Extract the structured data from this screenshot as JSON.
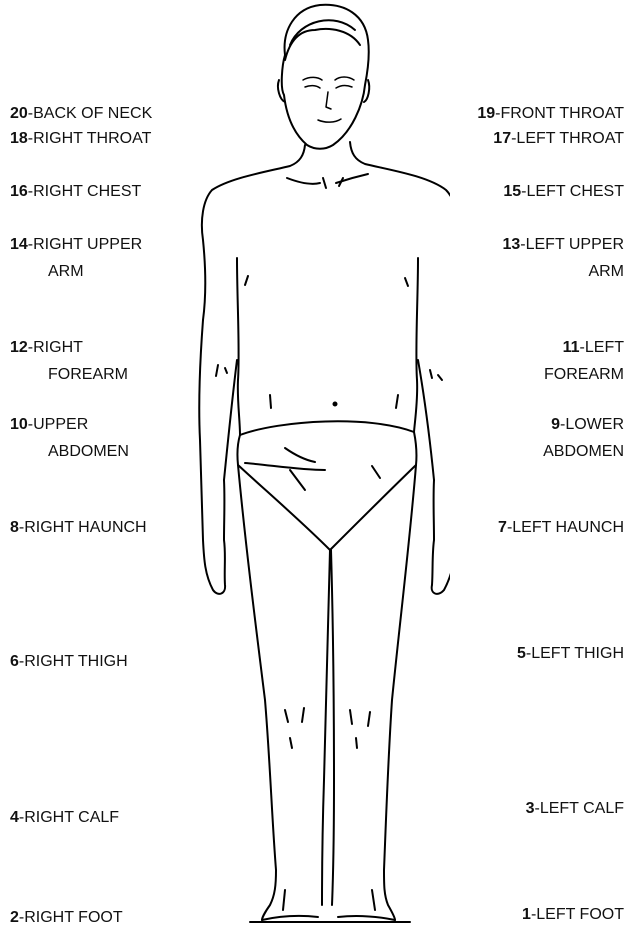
{
  "labels": {
    "l20": {
      "num": "20",
      "text": "-BACK OF NECK"
    },
    "l18": {
      "num": "18",
      "text": "-RIGHT THROAT"
    },
    "l16": {
      "num": "16",
      "text": "-RIGHT CHEST"
    },
    "l14": {
      "num": "14",
      "text": "-RIGHT UPPER",
      "text2": "ARM"
    },
    "l12": {
      "num": "12",
      "text": "-RIGHT",
      "text2": "FOREARM"
    },
    "l10": {
      "num": "10",
      "text": "-UPPER",
      "text2": "ABDOMEN"
    },
    "l8": {
      "num": "8",
      "text": "-RIGHT HAUNCH"
    },
    "l6": {
      "num": "6",
      "text": "-RIGHT THIGH"
    },
    "l4": {
      "num": "4",
      "text": "-RIGHT CALF"
    },
    "l2": {
      "num": "2",
      "text": "-RIGHT FOOT"
    },
    "l19": {
      "num": "19",
      "text": "-FRONT THROAT"
    },
    "l17": {
      "num": "17",
      "text": "-LEFT THROAT"
    },
    "l15": {
      "num": "15",
      "text": "-LEFT CHEST"
    },
    "l13": {
      "num": "13",
      "text": "-LEFT UPPER",
      "text2": "ARM"
    },
    "l11": {
      "num": "11",
      "text": "-LEFT",
      "text2": "FOREARM"
    },
    "l9": {
      "num": "9",
      "text": "-LOWER",
      "text2": "ABDOMEN"
    },
    "l7": {
      "num": "7",
      "text": "-LEFT HAUNCH"
    },
    "l5": {
      "num": "5",
      "text": "-LEFT THIGH"
    },
    "l3": {
      "num": "3",
      "text": "-LEFT CALF"
    },
    "l1": {
      "num": "1",
      "text": "-LEFT FOOT"
    }
  }
}
